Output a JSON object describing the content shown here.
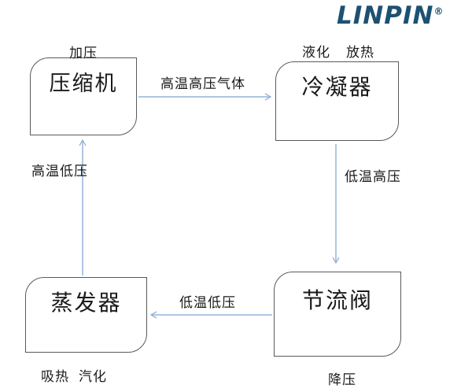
{
  "logo": {
    "text": "LINPIN",
    "registered": "®",
    "color": "#1d5172"
  },
  "colors": {
    "arrow": "#95b3d7",
    "box_border": "#595959",
    "text": "#1a1a1a",
    "background": "#ffffff"
  },
  "diagram": {
    "type": "flow-cycle",
    "nodes": [
      {
        "id": "compressor",
        "label": "压缩机"
      },
      {
        "id": "condenser",
        "label": "冷凝器"
      },
      {
        "id": "throttle-valve",
        "label": "节流阀"
      },
      {
        "id": "evaporator",
        "label": "蒸发器"
      }
    ],
    "annotations": {
      "compressor_top": "加压",
      "condenser_top_left": "液化",
      "condenser_top_right": "放热",
      "throttle_bottom": "降压",
      "evaporator_bottom_left": "吸热",
      "evaporator_bottom_right": "汽化"
    },
    "edges": [
      {
        "from": "compressor",
        "to": "condenser",
        "label": "高温高压气体"
      },
      {
        "from": "condenser",
        "to": "throttle-valve",
        "label": "低温高压"
      },
      {
        "from": "throttle-valve",
        "to": "evaporator",
        "label": "低温低压"
      },
      {
        "from": "evaporator",
        "to": "compressor",
        "label": "高温低压"
      }
    ]
  }
}
